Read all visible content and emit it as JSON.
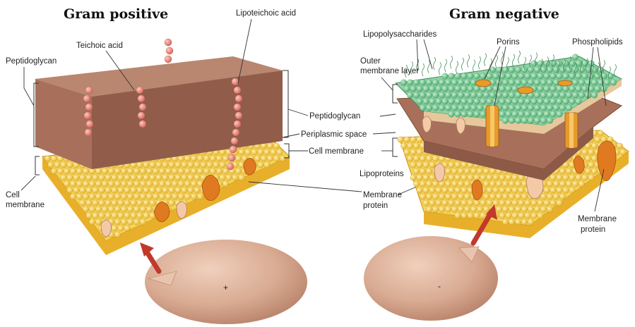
{
  "titles": {
    "gram_positive": "Gram positive",
    "gram_negative": "Gram negative"
  },
  "positive_labels": {
    "peptidoglycan_left": "Peptidoglycan",
    "teichoic_acid": "Teichoic acid",
    "lipoteichoic_acid": "Lipoteichoic acid",
    "cell_membrane_left_1": "Cell",
    "cell_membrane_left_2": "membrane",
    "cell_sign": "+"
  },
  "center_labels": {
    "peptidoglycan": "Peptidoglycan",
    "periplasmic_space": "Periplasmic space",
    "cell_membrane": "Cell membrane",
    "lipoproteins": "Lipoproteins",
    "membrane_protein_1": "Membrane",
    "membrane_protein_2": "protein"
  },
  "negative_labels": {
    "lipopolysaccharides": "Lipopolysaccharides",
    "outer_membrane_1": "Outer",
    "outer_membrane_2": "membrane layer",
    "porins": "Porins",
    "phospholipids": "Phospholipids",
    "membrane_protein_1": "Membrane",
    "membrane_protein_2": "protein",
    "cell_sign": "-"
  },
  "colors": {
    "peptidoglycan_front": "#a8705a",
    "peptidoglycan_top": "#b98670",
    "peptidoglycan_side": "#8d5a47",
    "membrane_yellow": "#f2c23a",
    "membrane_dark": "#d99a16",
    "protein_orange": "#e07a20",
    "teichoic_pink": "#e8857a",
    "outer_green": "#6cc08a",
    "cell_body": "#d9ab92",
    "arrow_red": "#c0392b"
  }
}
